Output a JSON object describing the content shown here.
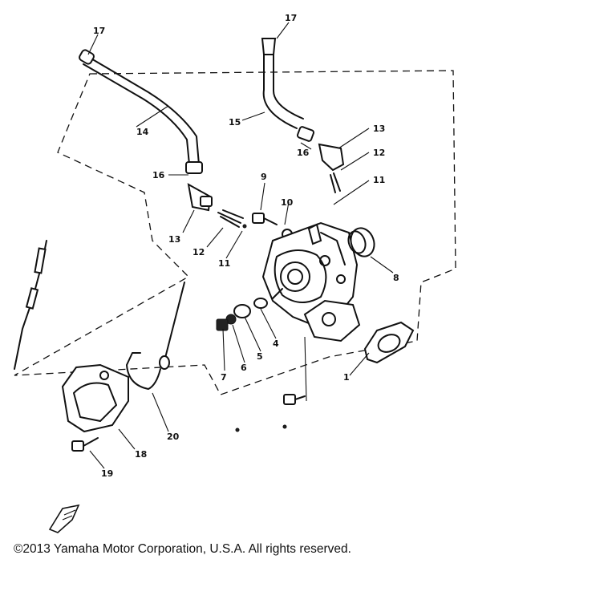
{
  "labels": {
    "l17a": "17",
    "l17b": "17",
    "l14": "14",
    "l15": "15",
    "l13a": "13",
    "l13b": "13",
    "l16a": "16",
    "l16b": "16",
    "l12a": "12",
    "l12b": "12",
    "l11a": "11",
    "l11b": "11",
    "l9": "9",
    "l10": "10",
    "l8": "8",
    "l4": "4",
    "l5": "5",
    "l6": "6",
    "l7": "7",
    "l1": "1",
    "l20": "20",
    "l18": "18",
    "l19": "19"
  },
  "icons": {
    "fwd": "front-arrow-icon"
  },
  "copyright": "©2013 Yamaha Motor Corporation, U.S.A. All rights reserved."
}
